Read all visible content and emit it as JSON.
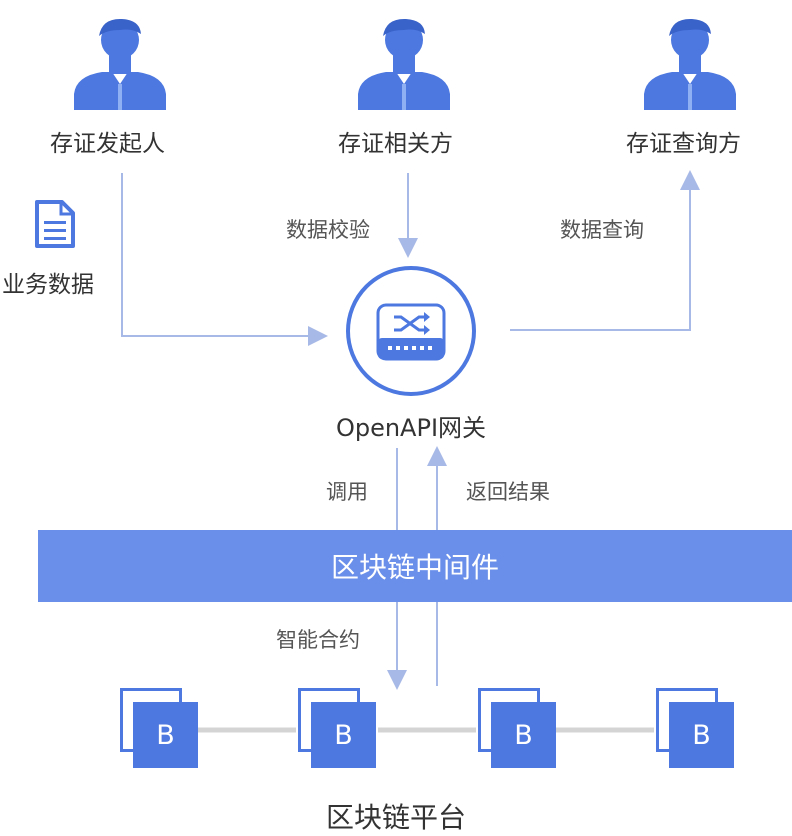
{
  "roles": {
    "initiator": "存证发起人",
    "related": "存证相关方",
    "querier": "存证查询方"
  },
  "business_data": "业务数据",
  "edges": {
    "validate": "数据校验",
    "query": "数据查询",
    "invoke": "调用",
    "result": "返回结果",
    "contract": "智能合约"
  },
  "gateway": "OpenAPI网关",
  "middleware": "区块链中间件",
  "blocks": [
    "B",
    "B",
    "B",
    "B"
  ],
  "platform": "区块链平台",
  "colors": {
    "accent": "#4c78e0",
    "middleware_bar": "#6a8fea",
    "arrow": "#a7b9e6",
    "chain_link": "#d4d4d4",
    "text": "#333333"
  },
  "icons": [
    "user-icon",
    "document-icon",
    "gateway-switch-icon"
  ]
}
